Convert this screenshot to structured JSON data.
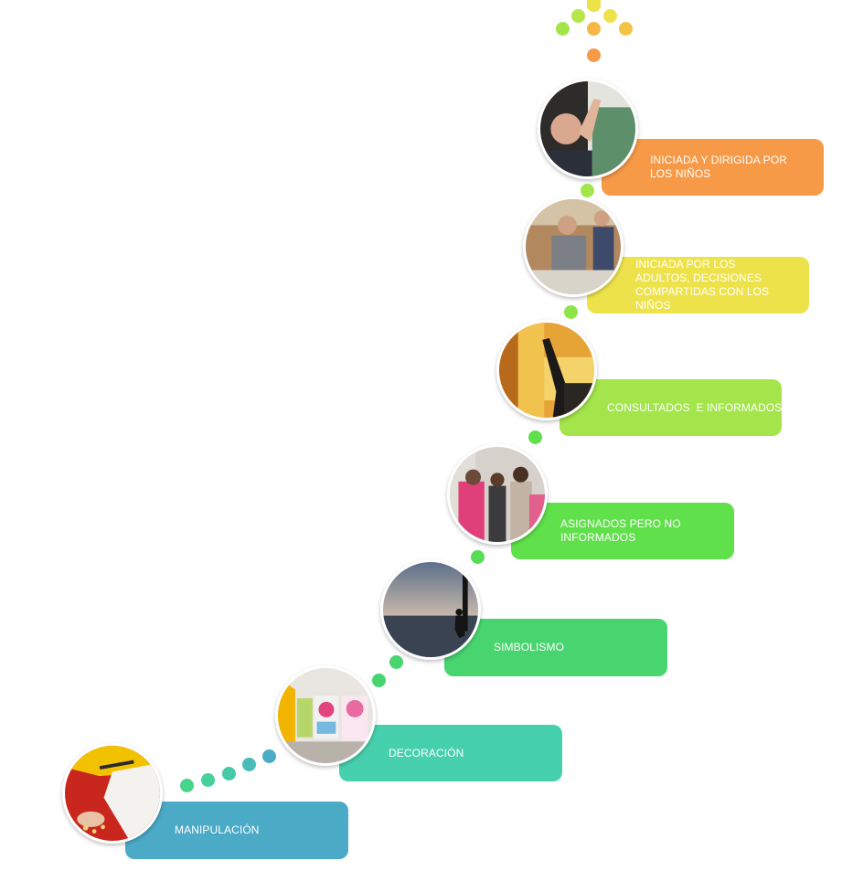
{
  "colors": {
    "manipulacion": "#4baac6",
    "decoracion": "#47d0ad",
    "simbolismo": "#48d46f",
    "asignados": "#60e04a",
    "consultados": "#a3e54a",
    "iniciada_adultos": "#eee24b",
    "iniciada_ninos": "#f69a48"
  },
  "steps": [
    {
      "id": "manipulacion",
      "label": "MANIPULACIÓN",
      "photo": "child-hands-paper-photo-icon"
    },
    {
      "id": "decoracion",
      "label": "DECORACIÓN",
      "photo": "decorated-corridor-photo-icon"
    },
    {
      "id": "simbolismo",
      "label": "SIMBOLISMO",
      "photo": "dusk-silhouette-photo-icon"
    },
    {
      "id": "asignados",
      "label": "ASIGNADOS PERO NO INFORMADOS",
      "photo": "children-group-photo-icon"
    },
    {
      "id": "consultados",
      "label": "CONSULTADOS  E INFORMADOS",
      "photo": "raised-hand-photo-icon"
    },
    {
      "id": "iniciada_adultos",
      "label": "INICIADA POR LOS ADULTOS, DECISIONES COMPARTIDAS CON LOS NIÑOS",
      "photo": "adult-with-child-photo-icon"
    },
    {
      "id": "iniciada_ninos",
      "label": "INICIADA Y DIRIGIDA POR LOS NIÑOS",
      "photo": "child-hand-up-photo-icon"
    }
  ]
}
